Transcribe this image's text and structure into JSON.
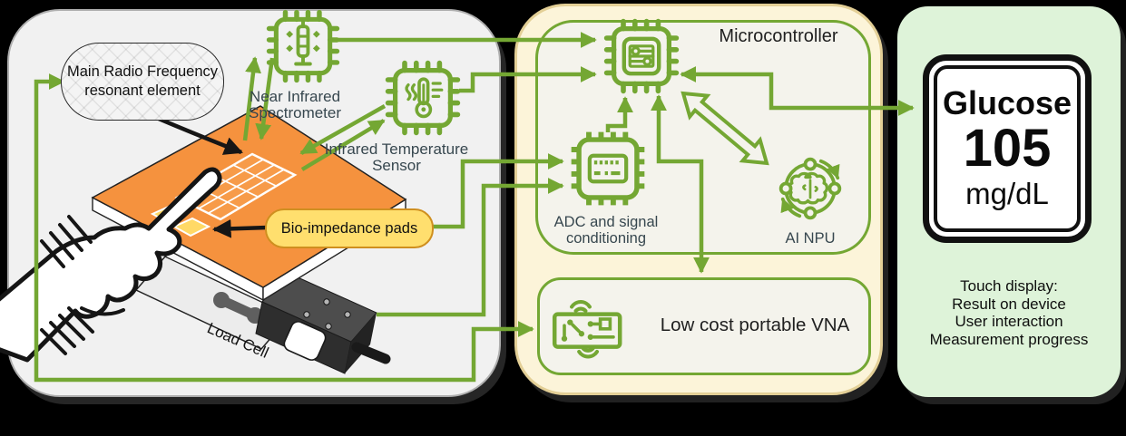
{
  "colors": {
    "background": "#000000",
    "accent_green": "#74a733",
    "left_panel_fill": "#f1f1f1",
    "middle_panel_fill": "#fcf4d9",
    "middle_panel_border": "#e3cf96",
    "right_panel_fill": "#def3d9",
    "inner_box_fill": "#f4f3ec",
    "pad_orange": "#f5923e",
    "bubble_yellow": "#ffdf6e",
    "bubble_yellow_border": "#cf8f1f",
    "label_slate": "#37474f",
    "ink": "#1a1a1a"
  },
  "sensor_panel": {
    "rf_bubble_lines": [
      "Main",
      "Radio Frequency",
      "resonant element"
    ],
    "nir_label_lines": [
      "Near Infrared",
      "Spectrometer"
    ],
    "ir_label_lines": [
      "Infrared Temperature",
      "Sensor"
    ],
    "bio_impedance_label": "Bio-impedance pads",
    "load_cell_label": "Load Cell"
  },
  "processing_panel": {
    "title": "Microcontroller",
    "adc_label_lines": [
      "ADC and signal",
      "conditioning"
    ],
    "npu_label": "AI NPU",
    "vna_label": "Low cost portable VNA"
  },
  "display_panel": {
    "metric_label": "Glucose",
    "metric_value": "105",
    "metric_unit": "mg/dL",
    "caption_lines": [
      "Touch display:",
      "Result on device",
      "User interaction",
      "Measurement progress"
    ]
  },
  "icons": [
    "nir-spectrometer-chip-icon",
    "ir-temperature-chip-icon",
    "microcontroller-chip-icon",
    "adc-chip-icon",
    "ai-npu-icon",
    "vna-board-icon",
    "hand-press-illustration",
    "sensor-pad-illustration",
    "load-cell-illustration"
  ]
}
